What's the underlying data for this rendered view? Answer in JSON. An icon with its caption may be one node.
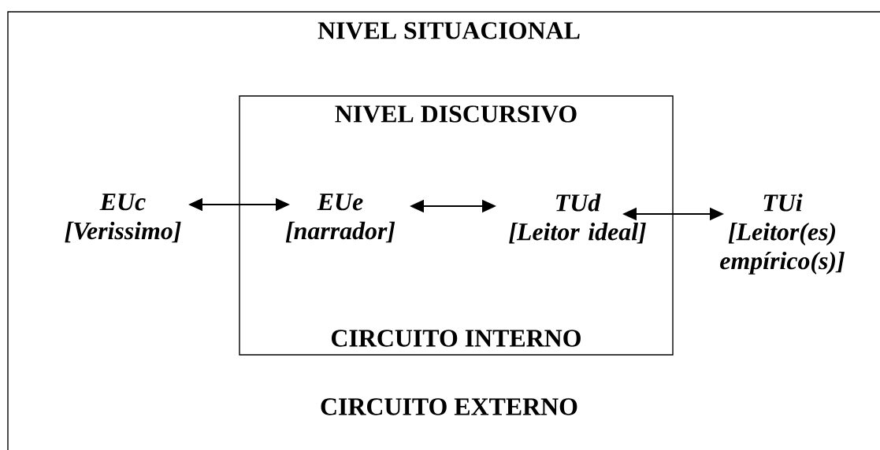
{
  "diagram": {
    "nodes": [
      {
        "text": [
          "NIVEL SITUACIONAL",
          "CIRCUITO EXTERNO"
        ]
      },
      {
        "text": [
          "NIVEL DISCURSIVO",
          "CIRCUITO INTERNO"
        ],
        "in": 0
      },
      {
        "text": [
          "EUc",
          "[Verissimo]"
        ],
        "in": 0
      },
      {
        "text": [
          "EUe",
          "[narrador]"
        ],
        "in": 1
      },
      {
        "text": [
          "TUd",
          "[Leitor ideal]"
        ],
        "in": 1
      },
      {
        "text": [
          "TUi",
          "[Leitor(es) empírico(s)]"
        ],
        "in": 0
      }
    ],
    "edges": [
      {
        "from": 2,
        "to": 3,
        "arrow": "both"
      },
      {
        "from": 3,
        "to": 4,
        "arrow": "both"
      },
      {
        "from": 4,
        "to": 5,
        "arrow": "both"
      }
    ]
  }
}
